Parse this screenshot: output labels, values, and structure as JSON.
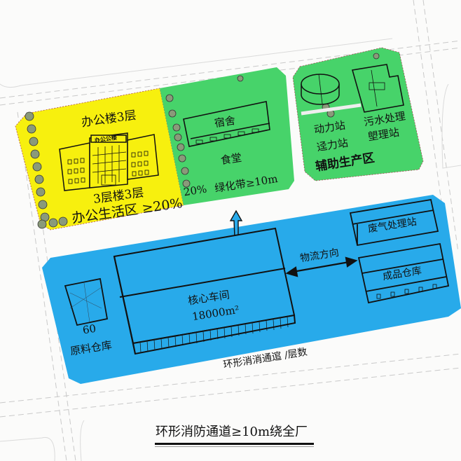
{
  "diagram": {
    "title": "环形消防通道≥10m绕全厂",
    "colors": {
      "office_zone": "#f7f00e",
      "green_zone": "#47d36a",
      "production_zone": "#28aaea",
      "background": "#fbfbfa",
      "outline": "#111111"
    },
    "office_zone": {
      "label_top": "办公楼3层",
      "building_sign": "办公公楼",
      "label_floors": "3层楼3层",
      "label_area": "办公生活区 ≥20%"
    },
    "living_zone": {
      "dormitory": "宿舍",
      "canteen": "食堂",
      "greenbelt_pct": "20%",
      "greenbelt": "绿化带≥10m"
    },
    "auxiliary_zone": {
      "power_station_1": "动力站",
      "power_station_2": "迳力站",
      "sewage_1": "污水处理",
      "sewage_2": "塱理站",
      "zone_label": "辅助生产区"
    },
    "production_zone": {
      "core_workshop": "核心车间",
      "core_area": "18000m²",
      "raw_warehouse_number": "60",
      "raw_warehouse": "原料仓库",
      "logistics": "物流方向",
      "exhaust_station": "废气处理站",
      "finished_warehouse": "成品仓库",
      "fire_lane_label": "环形消消通逭 /层数"
    }
  }
}
